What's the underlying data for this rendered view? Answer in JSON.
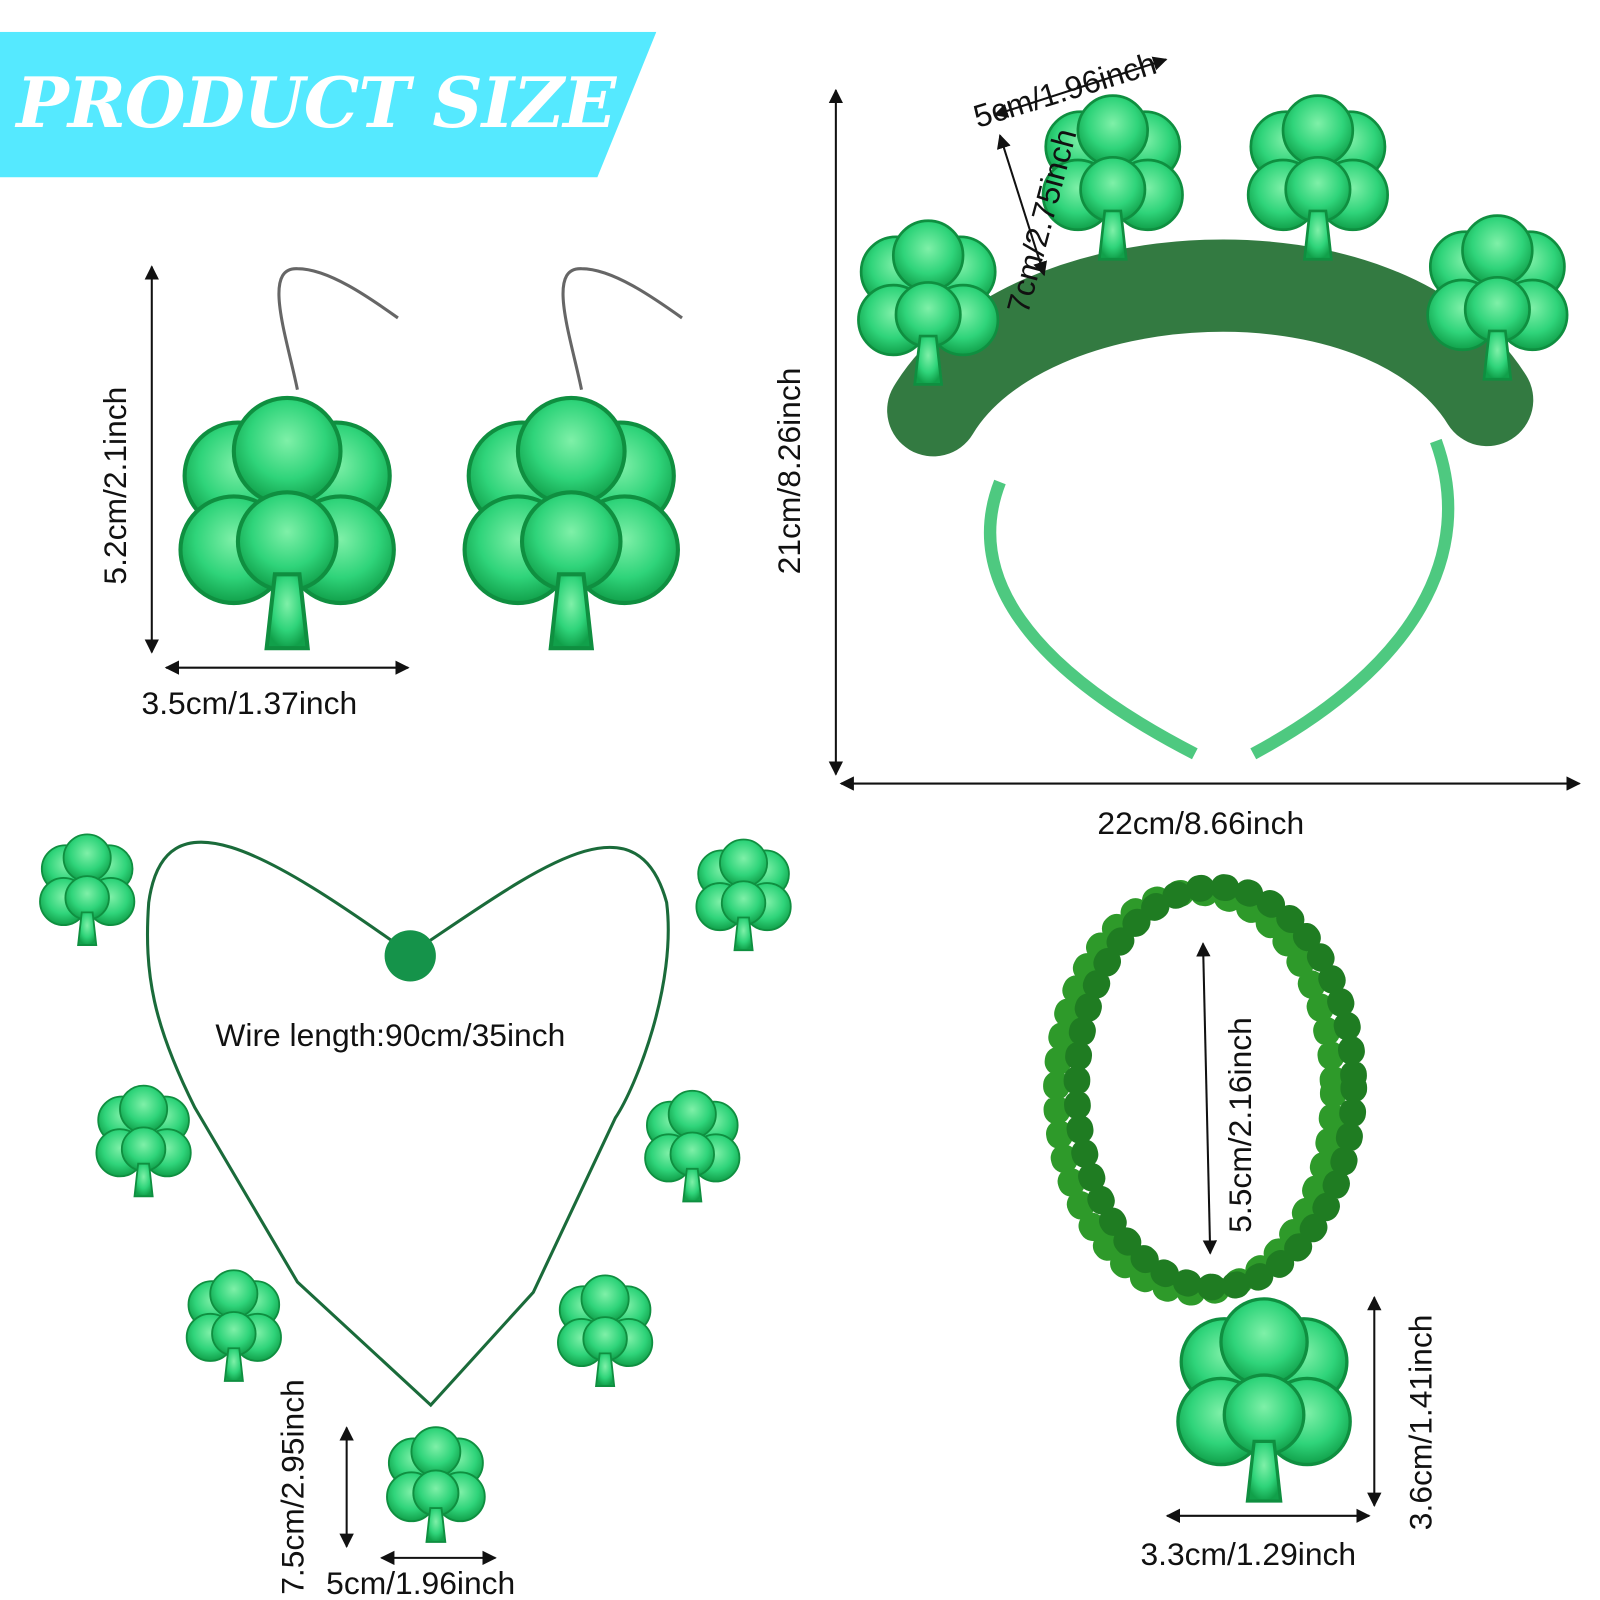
{
  "banner": {
    "title": "PRODUCT SIZE",
    "color": "#55e9ff"
  },
  "earrings": {
    "height": "5.2cm/2.1inch",
    "width": "3.5cm/1.37inch"
  },
  "headband": {
    "shamrock_width": "5cm/1.96inch",
    "shamrock_height": "7cm/2.75inch",
    "height": "21cm/8.26inch",
    "width": "22cm/8.66inch"
  },
  "necklace": {
    "wire_length": "Wire length:90cm/35inch",
    "pendant_height": "7.5cm/2.95inch",
    "pendant_width": "5cm/1.96inch"
  },
  "bracelet": {
    "inner_height": "5.5cm/2.16inch",
    "charm_height": "3.6cm/1.41inch",
    "charm_width": "3.3cm/1.29inch"
  },
  "colors": {
    "shamrock": "#2fd47a",
    "shamrock_dark": "#11a04a",
    "tinsel": "#1d6b2c",
    "bead": "#2e9a2a"
  }
}
